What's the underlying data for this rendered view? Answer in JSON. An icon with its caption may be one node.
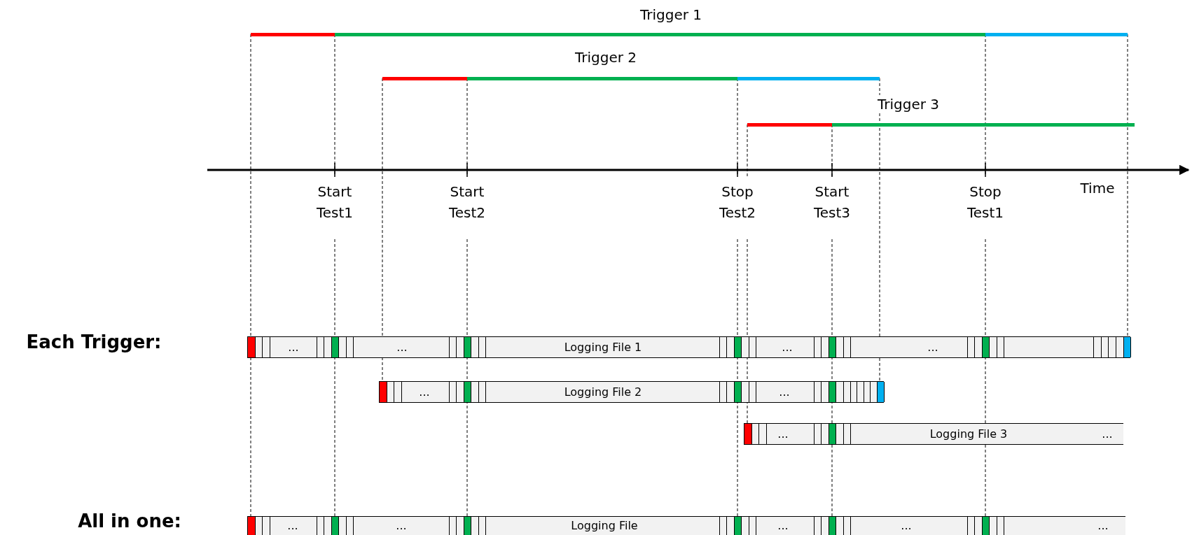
{
  "diagram": {
    "nodes": [
      {
        "text": [
          "Trigger 1"
        ]
      },
      {
        "text": [
          "Trigger 2"
        ]
      },
      {
        "text": [
          "Trigger 3"
        ]
      },
      {
        "text": [
          "...",
          "...",
          "Logging File 1",
          "...",
          "..."
        ]
      },
      {
        "text": [
          "...",
          "Logging File 2",
          "..."
        ]
      },
      {
        "text": [
          "...",
          "Logging File 3",
          "..."
        ]
      },
      {
        "text": [
          "...",
          "...",
          "Logging File",
          "...",
          "...",
          "..."
        ]
      }
    ],
    "labels": [
      "Time",
      "Start Test1",
      "Start Test2",
      "Stop Test2",
      "Start Test3",
      "Stop Test1",
      "Each Trigger:",
      "All in one:"
    ]
  }
}
